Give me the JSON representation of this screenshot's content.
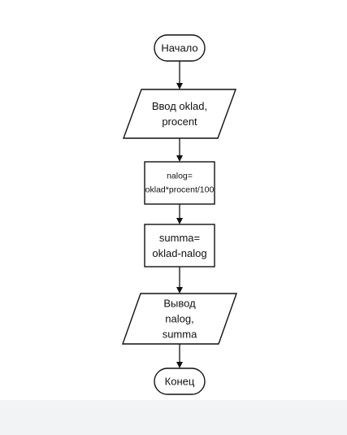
{
  "colors": {
    "stroke": "#111111",
    "fill": "#ffffff",
    "footer": "#f1f3f4"
  },
  "flowchart": {
    "nodes": [
      {
        "id": "start",
        "shape": "terminator",
        "lines": [
          "Начало"
        ]
      },
      {
        "id": "input",
        "shape": "parallelogram",
        "lines": [
          "Ввод oklad,",
          "procent"
        ]
      },
      {
        "id": "calc-nalog",
        "shape": "process",
        "lines": [
          "nalog=",
          "oklad*procent/100"
        ]
      },
      {
        "id": "calc-summa",
        "shape": "process",
        "lines": [
          "summa=",
          "oklad-nalog"
        ]
      },
      {
        "id": "output",
        "shape": "parallelogram",
        "lines": [
          "Вывод",
          "nalog,",
          "summa"
        ]
      },
      {
        "id": "end",
        "shape": "terminator",
        "lines": [
          "Конец"
        ]
      }
    ],
    "edges": [
      {
        "from": "start",
        "to": "input"
      },
      {
        "from": "input",
        "to": "calc-nalog"
      },
      {
        "from": "calc-nalog",
        "to": "calc-summa"
      },
      {
        "from": "calc-summa",
        "to": "output"
      },
      {
        "from": "output",
        "to": "end"
      }
    ]
  }
}
